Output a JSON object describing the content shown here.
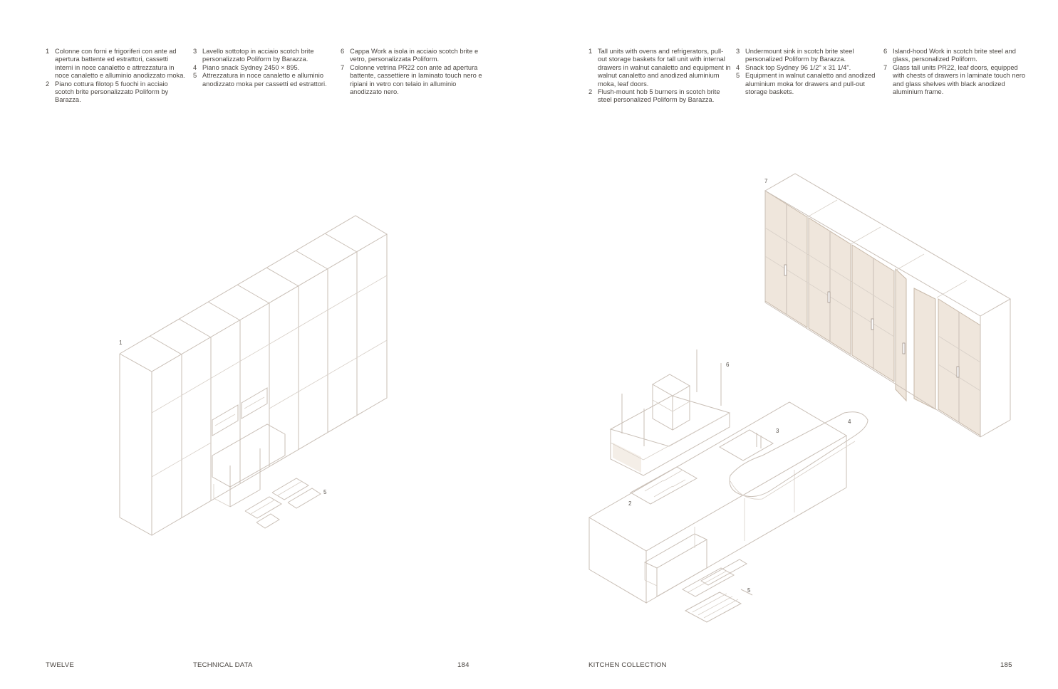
{
  "left_page": {
    "notes": {
      "col1": [
        {
          "num": "1",
          "text": "Colonne con forni e frigoriferi con ante ad apertura battente ed estrattori, cassetti interni in noce canaletto e attrezzatura in noce canaletto e alluminio anodizzato moka."
        },
        {
          "num": "2",
          "text": "Piano cottura filotop 5 fuochi in acciaio scotch brite personalizzato Poliform by Barazza."
        }
      ],
      "col2": [
        {
          "num": "3",
          "text": "Lavello sottotop in acciaio scotch brite personalizzato Poliform by Barazza."
        },
        {
          "num": "4",
          "text": "Piano snack Sydney 2450 × 895."
        },
        {
          "num": "5",
          "text": "Attrezzatura in noce canaletto e alluminio anodizzato moka per cassetti ed estrattori."
        }
      ],
      "col3": [
        {
          "num": "6",
          "text": "Cappa Work a isola in acciaio scotch brite e vetro, personalizzata Poliform."
        },
        {
          "num": "7",
          "text": "Colonne vetrina PR22 con ante ad apertura battente, cassettiere in laminato touch nero e ripiani in vetro con telaio in alluminio anodizzato nero."
        }
      ]
    },
    "drawing_labels": {
      "tall_units": "1",
      "accessories": "5"
    },
    "footer": {
      "brand": "TWELVE",
      "section": "TECHNICAL DATA",
      "page_number": "184"
    }
  },
  "right_page": {
    "notes": {
      "col1": [
        {
          "num": "1",
          "text": "Tall units with ovens and refrigerators, pull-out storage baskets for tall unit with internal drawers in walnut canaletto and equipment in walnut canaletto and anodized aluminium moka, leaf doors."
        },
        {
          "num": "2",
          "text": "Flush-mount hob 5 burners in scotch brite steel personalized Poliform by Barazza."
        }
      ],
      "col2": [
        {
          "num": "3",
          "text": "Undermount sink in scotch brite steel personalized Poliform by Barazza."
        },
        {
          "num": "4",
          "text": "Snack top Sydney 96 1/2\" x 31 1/4\"."
        },
        {
          "num": "5",
          "text": "Equipment in walnut canaletto and anodized aluminium moka for drawers and pull-out storage baskets."
        }
      ],
      "col3": [
        {
          "num": "6",
          "text": "Island-hood Work in scotch brite steel and glass, personalized Poliform."
        },
        {
          "num": "7",
          "text": "Glass tall units PR22, leaf doors, equipped with chests of drawers in laminate touch nero and glass shelves with black anodized aluminium frame."
        }
      ]
    },
    "drawing_labels": {
      "hob": "2",
      "sink": "3",
      "snack_top": "4",
      "accessories": "5",
      "hood": "6",
      "glass_units": "7"
    },
    "footer": {
      "section": "KITCHEN COLLECTION",
      "page_number": "185"
    }
  },
  "colors": {
    "text": "#4a4540",
    "line": "#c9bfb6",
    "glass": "#efe6dc"
  }
}
